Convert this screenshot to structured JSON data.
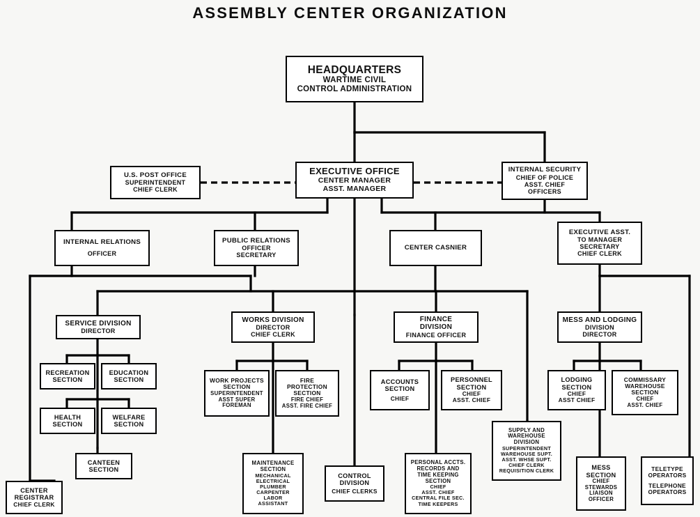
{
  "title": "ASSEMBLY  CENTER  ORGANIZATION",
  "chart_data": {
    "type": "diagram",
    "diagram_kind": "organization-chart",
    "title": "ASSEMBLY  CENTER  ORGANIZATION",
    "nodes": [
      {
        "id": "headquarters",
        "lines": [
          "HEADQUARTERS",
          "WARTIME CIVIL",
          "CONTROL ADMINISTRATION"
        ],
        "level": 0
      },
      {
        "id": "executive_office",
        "lines": [
          "EXECUTIVE OFFICE",
          "CENTER MANAGER",
          "ASST. MANAGER"
        ],
        "level": 1
      },
      {
        "id": "us_post_office",
        "lines": [
          "U.S. POST OFFICE",
          "SUPERINTENDENT",
          "CHIEF CLERK"
        ],
        "level": 1
      },
      {
        "id": "internal_security",
        "lines": [
          "INTERNAL SECURITY",
          "CHIEF OF POLICE",
          "ASST. CHIEF",
          "OFFICERS"
        ],
        "level": 1
      },
      {
        "id": "internal_relations",
        "lines": [
          "INTERNAL RELATIONS",
          "OFFICER"
        ],
        "level": 2
      },
      {
        "id": "public_relations",
        "lines": [
          "PUBLIC RELATIONS",
          "OFFICER",
          "SECRETARY"
        ],
        "level": 2
      },
      {
        "id": "center_casnier",
        "lines": [
          "CENTER CASNIER"
        ],
        "level": 2
      },
      {
        "id": "executive_asst",
        "lines": [
          "EXECUTIVE ASST.",
          "TO MANAGER",
          "SECRETARY",
          "CHIEF CLERK"
        ],
        "level": 2
      },
      {
        "id": "service_division",
        "lines": [
          "SERVICE DIVISION",
          "DIRECTOR"
        ],
        "level": 3
      },
      {
        "id": "works_division",
        "lines": [
          "WORKS DIVISION",
          "DIRECTOR",
          "CHIEF CLERK"
        ],
        "level": 3
      },
      {
        "id": "finance_division",
        "lines": [
          "FINANCE",
          "DIVISION",
          "FINANCE OFFICER"
        ],
        "level": 3
      },
      {
        "id": "mess_lodging_division",
        "lines": [
          "MESS AND LODGING",
          "DIVISION",
          "DIRECTOR"
        ],
        "level": 3
      },
      {
        "id": "recreation_section",
        "lines": [
          "RECREATION",
          "SECTION"
        ],
        "level": 4
      },
      {
        "id": "education_section",
        "lines": [
          "EDUCATION",
          "SECTION"
        ],
        "level": 4
      },
      {
        "id": "health_section",
        "lines": [
          "HEALTH",
          "SECTION"
        ],
        "level": 4
      },
      {
        "id": "welfare_section",
        "lines": [
          "WELFARE",
          "SECTION"
        ],
        "level": 4
      },
      {
        "id": "canteen_section",
        "lines": [
          "CANTEEN",
          "SECTION"
        ],
        "level": 5
      },
      {
        "id": "center_registrar",
        "lines": [
          "CENTER",
          "REGISTRAR",
          "CHIEF CLERK"
        ],
        "level": 5
      },
      {
        "id": "work_projects_section",
        "lines": [
          "WORK PROJECTS",
          "SECTION",
          "SUPERINTENDENT",
          "ASST SUPER",
          "FOREMAN"
        ],
        "level": 4
      },
      {
        "id": "fire_protection_section",
        "lines": [
          "FIRE",
          "PROTECTION",
          "SECTION",
          "FIRE CHIEF",
          "ASST. FIRE CHIEF"
        ],
        "level": 4
      },
      {
        "id": "maintenance_section",
        "lines": [
          "MAINTENANCE",
          "SECTION",
          "MECHANICAL",
          "ELECTRICAL",
          "PLUMBER",
          "CARPENTER",
          "LABOR",
          "ASSISTANT"
        ],
        "level": 5
      },
      {
        "id": "control_division",
        "lines": [
          "CONTROL",
          "DIVISION",
          "CHIEF CLERKS"
        ],
        "level": 5
      },
      {
        "id": "accounts_section",
        "lines": [
          "ACCOUNTS",
          "SECTION",
          "CHIEF"
        ],
        "level": 4
      },
      {
        "id": "personnel_section",
        "lines": [
          "PERSONNEL",
          "SECTION",
          "CHIEF",
          "ASST. CHIEF"
        ],
        "level": 4
      },
      {
        "id": "personal_accts_section",
        "lines": [
          "PERSONAL ACCTS.",
          "RECORDS AND",
          "TIME KEEPING",
          "SECTION",
          "CHIEF",
          "ASST. CHIEF",
          "CENTRAL FILE SEC.",
          "TIME KEEPERS"
        ],
        "level": 5
      },
      {
        "id": "supply_warehouse_division",
        "lines": [
          "SUPPLY AND",
          "WAREHOUSE",
          "DIVISION",
          "SUPERINTENDENT",
          "WAREHOUSE SUPT.",
          "ASST. WHSE SUPT.",
          "CHIEF CLERK",
          "REQUISITION CLERK"
        ],
        "level": 4
      },
      {
        "id": "lodging_section",
        "lines": [
          "LODGING",
          "SECTION",
          "CHIEF",
          "ASST CHIEF"
        ],
        "level": 4
      },
      {
        "id": "commissary_warehouse_section",
        "lines": [
          "COMMISSARY",
          "WAREHOUSE",
          "SECTION",
          "CHIEF",
          "ASST. CHIEF"
        ],
        "level": 4
      },
      {
        "id": "mess_section",
        "lines": [
          "MESS",
          "SECTION",
          "CHIEF",
          "STEWARDS",
          "LIAISON",
          "OFFICER"
        ],
        "level": 5
      },
      {
        "id": "teletype_operators",
        "lines": [
          "TELETYPE",
          "OPERATORS",
          "TELEPHONE",
          "OPERATORS"
        ],
        "level": 5
      }
    ],
    "edges": [
      {
        "from": "headquarters",
        "to": "executive_office",
        "style": "solid"
      },
      {
        "from": "headquarters",
        "to": "internal_security",
        "style": "solid"
      },
      {
        "from": "executive_office",
        "to": "us_post_office",
        "style": "dashed"
      },
      {
        "from": "executive_office",
        "to": "internal_security",
        "style": "dashed"
      },
      {
        "from": "executive_office",
        "to": "internal_relations",
        "style": "solid"
      },
      {
        "from": "executive_office",
        "to": "public_relations",
        "style": "solid"
      },
      {
        "from": "executive_office",
        "to": "center_casnier",
        "style": "solid"
      },
      {
        "from": "executive_office",
        "to": "executive_asst",
        "style": "solid"
      },
      {
        "from": "internal_relations",
        "to": "service_division",
        "style": "solid"
      },
      {
        "from": "internal_relations",
        "to": "works_division",
        "style": "solid"
      },
      {
        "from": "internal_relations",
        "to": "center_registrar",
        "style": "solid"
      },
      {
        "from": "center_casnier",
        "to": "finance_division",
        "style": "solid"
      },
      {
        "from": "center_casnier",
        "to": "control_division",
        "style": "solid"
      },
      {
        "from": "executive_asst",
        "to": "mess_lodging_division",
        "style": "solid"
      },
      {
        "from": "executive_asst",
        "to": "supply_warehouse_division",
        "style": "solid"
      },
      {
        "from": "executive_asst",
        "to": "teletype_operators",
        "style": "solid"
      },
      {
        "from": "service_division",
        "to": "recreation_section",
        "style": "solid"
      },
      {
        "from": "service_division",
        "to": "education_section",
        "style": "solid"
      },
      {
        "from": "service_division",
        "to": "health_section",
        "style": "solid"
      },
      {
        "from": "service_division",
        "to": "welfare_section",
        "style": "solid"
      },
      {
        "from": "service_division",
        "to": "canteen_section",
        "style": "solid"
      },
      {
        "from": "works_division",
        "to": "work_projects_section",
        "style": "solid"
      },
      {
        "from": "works_division",
        "to": "fire_protection_section",
        "style": "solid"
      },
      {
        "from": "works_division",
        "to": "maintenance_section",
        "style": "solid"
      },
      {
        "from": "finance_division",
        "to": "accounts_section",
        "style": "solid"
      },
      {
        "from": "finance_division",
        "to": "personnel_section",
        "style": "solid"
      },
      {
        "from": "finance_division",
        "to": "personal_accts_section",
        "style": "solid"
      },
      {
        "from": "mess_lodging_division",
        "to": "lodging_section",
        "style": "solid"
      },
      {
        "from": "mess_lodging_division",
        "to": "commissary_warehouse_section",
        "style": "solid"
      },
      {
        "from": "mess_lodging_division",
        "to": "mess_section",
        "style": "solid"
      }
    ],
    "colors": {
      "box_border": "#000000",
      "box_fill": "#ffffff",
      "line": "#000000",
      "background": "#f7f7f5"
    }
  },
  "nodes": {
    "headquarters": {
      "l0": "HEADQUARTERS",
      "l1": "WARTIME CIVIL",
      "l2": "CONTROL ADMINISTRATION"
    },
    "executive_office": {
      "l0": "EXECUTIVE OFFICE",
      "l1": "CENTER MANAGER",
      "l2": "ASST. MANAGER"
    },
    "us_post_office": {
      "l0": "U.S. POST OFFICE",
      "l1": "SUPERINTENDENT",
      "l2": "CHIEF CLERK"
    },
    "internal_security": {
      "l0": "INTERNAL SECURITY",
      "l1": "CHIEF OF POLICE",
      "l2": "ASST. CHIEF",
      "l3": "OFFICERS"
    },
    "internal_relations": {
      "l0": "INTERNAL RELATIONS",
      "l1": "OFFICER"
    },
    "public_relations": {
      "l0": "PUBLIC RELATIONS",
      "l1": "OFFICER",
      "l2": "SECRETARY"
    },
    "center_casnier": {
      "l0": "CENTER CASNIER"
    },
    "executive_asst": {
      "l0": "EXECUTIVE ASST.",
      "l1": "TO MANAGER",
      "l2": "SECRETARY",
      "l3": "CHIEF CLERK"
    },
    "service_division": {
      "l0": "SERVICE DIVISION",
      "l1": "DIRECTOR"
    },
    "works_division": {
      "l0": "WORKS DIVISION",
      "l1": "DIRECTOR",
      "l2": "CHIEF CLERK"
    },
    "finance_division": {
      "l0": "FINANCE",
      "l1": "DIVISION",
      "l2": "FINANCE OFFICER"
    },
    "mess_lodging_division": {
      "l0": "MESS AND LODGING",
      "l1": "DIVISION",
      "l2": "DIRECTOR"
    },
    "recreation_section": {
      "l0": "RECREATION",
      "l1": "SECTION"
    },
    "education_section": {
      "l0": "EDUCATION",
      "l1": "SECTION"
    },
    "health_section": {
      "l0": "HEALTH",
      "l1": "SECTION"
    },
    "welfare_section": {
      "l0": "WELFARE",
      "l1": "SECTION"
    },
    "canteen_section": {
      "l0": "CANTEEN",
      "l1": "SECTION"
    },
    "center_registrar": {
      "l0": "CENTER",
      "l1": "REGISTRAR",
      "l2": "CHIEF CLERK"
    },
    "work_projects_section": {
      "l0": "WORK PROJECTS",
      "l1": "SECTION",
      "l2": "SUPERINTENDENT",
      "l3": "ASST SUPER",
      "l4": "FOREMAN"
    },
    "fire_protection_section": {
      "l0": "FIRE",
      "l1": "PROTECTION",
      "l2": "SECTION",
      "l3": "FIRE CHIEF",
      "l4": "ASST. FIRE CHIEF"
    },
    "maintenance_section": {
      "l0": "MAINTENANCE",
      "l1": "SECTION",
      "l2": "MECHANICAL",
      "l3": "ELECTRICAL",
      "l4": "PLUMBER",
      "l5": "CARPENTER",
      "l6": "LABOR",
      "l7": "ASSISTANT"
    },
    "control_division": {
      "l0": "CONTROL",
      "l1": "DIVISION",
      "l2": "CHIEF CLERKS"
    },
    "accounts_section": {
      "l0": "ACCOUNTS",
      "l1": "SECTION",
      "l2": "CHIEF"
    },
    "personnel_section": {
      "l0": "PERSONNEL",
      "l1": "SECTION",
      "l2": "CHIEF",
      "l3": "ASST. CHIEF"
    },
    "personal_accts_section": {
      "l0": "PERSONAL ACCTS.",
      "l1": "RECORDS AND",
      "l2": "TIME KEEPING",
      "l3": "SECTION",
      "l4": "CHIEF",
      "l5": "ASST. CHIEF",
      "l6": "CENTRAL FILE SEC.",
      "l7": "TIME KEEPERS"
    },
    "supply_warehouse_division": {
      "l0": "SUPPLY AND",
      "l1": "WAREHOUSE",
      "l2": "DIVISION",
      "l3": "SUPERINTENDENT",
      "l4": "WAREHOUSE SUPT.",
      "l5": "ASST. WHSE SUPT.",
      "l6": "CHIEF CLERK",
      "l7": "REQUISITION CLERK"
    },
    "lodging_section": {
      "l0": "LODGING",
      "l1": "SECTION",
      "l2": "CHIEF",
      "l3": "ASST CHIEF"
    },
    "commissary_warehouse_section": {
      "l0": "COMMISSARY",
      "l1": "WAREHOUSE",
      "l2": "SECTION",
      "l3": "CHIEF",
      "l4": "ASST. CHIEF"
    },
    "mess_section": {
      "l0": "MESS",
      "l1": "SECTION",
      "l2": "CHIEF",
      "l3": "STEWARDS",
      "l4": "LIAISON",
      "l5": "OFFICER"
    },
    "teletype_operators": {
      "l0": "TELETYPE",
      "l1": "OPERATORS",
      "l2": "TELEPHONE",
      "l3": "OPERATORS"
    }
  }
}
